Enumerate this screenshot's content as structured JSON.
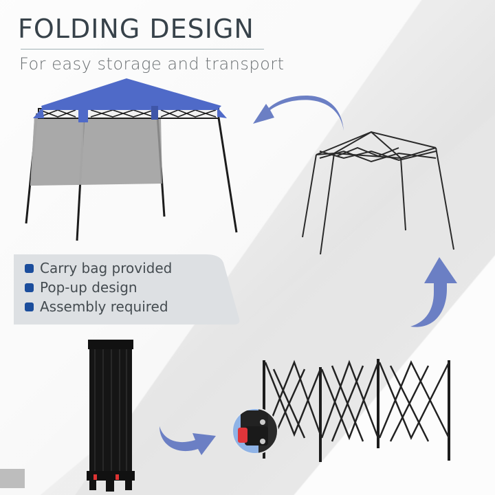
{
  "header": {
    "title": "FOLDING DESIGN",
    "subtitle": "For easy storage and transport"
  },
  "features": {
    "items": [
      {
        "label": "Carry bag provided"
      },
      {
        "label": "Pop-up design"
      },
      {
        "label": "Assembly required"
      }
    ],
    "bullet_color": "#1b4d9c"
  },
  "images": [
    {
      "name": "canopy-with-blue-top-and-sidewall",
      "description": "Blue canopy tent with grey sidewall"
    },
    {
      "name": "canopy-frame-only",
      "description": "Expanded canopy frame without cover"
    },
    {
      "name": "folded-frame",
      "description": "Collapsed frame standing upright"
    },
    {
      "name": "half-expanded-frame",
      "description": "Frame partially expanded with lock detail inset"
    }
  ],
  "colors": {
    "canopy_blue": "#4f6ac8",
    "arrow_blue": "#6b7fc4",
    "title_text": "#37424a",
    "subtitle_text": "#6a6f72",
    "frame_black": "#1c1c1c"
  }
}
